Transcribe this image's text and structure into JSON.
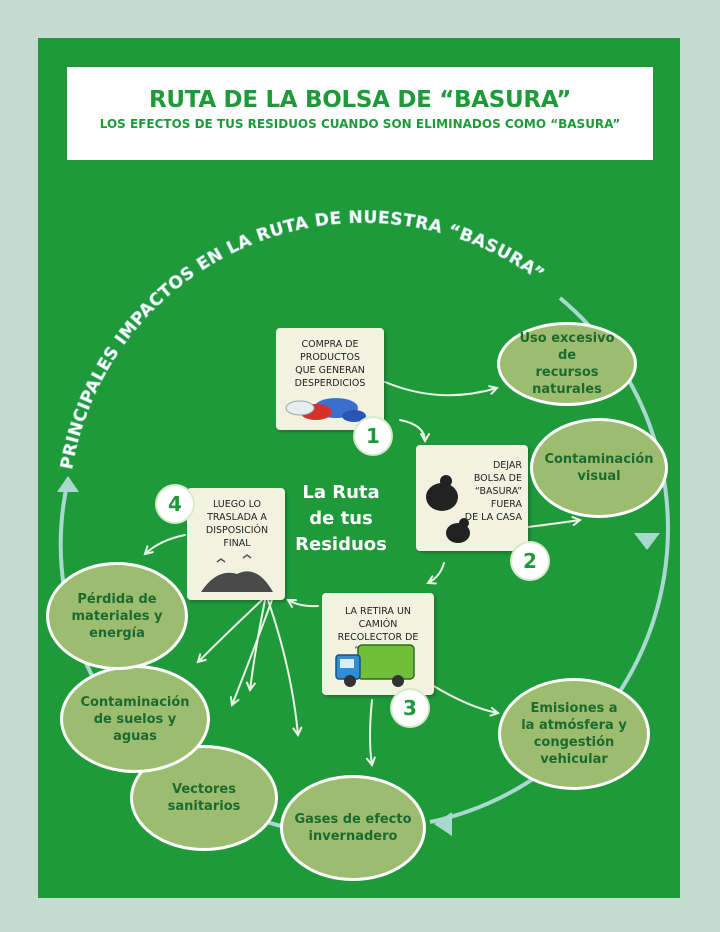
{
  "header": {
    "title": "RUTA DE LA BOLSA DE “BASURA”",
    "subtitle": "LOS EFECTOS DE TUS RESIDUOS CUANDO SON ELIMINADOS COMO “BASURA”"
  },
  "arc_title": "PRINCIPALES IMPACTOS EN LA RUTA DE NUESTRA “BASURA”",
  "center_title": "La Ruta\nde tus\nResiduos",
  "steps": [
    {
      "number": "1",
      "text": "Compra de productos\nque generan\ndesperdicios"
    },
    {
      "number": "2",
      "text": "Dejar\nbolsa de\n“basura” fuera\nde la casa"
    },
    {
      "number": "3",
      "text": "La retira un camión\nrecolector de “basura”"
    },
    {
      "number": "4",
      "text": "Luego lo\ntraslada a\ndisposición final"
    }
  ],
  "impacts": [
    "Uso excesivo de\nrecursos\nnaturales",
    "Contaminación\nvisual",
    "Emisiones a\nla atmósfera y\ncongestión\nvehicular",
    "Gases de efecto\ninvernadero",
    "Vectores\nsanitarios",
    "Contaminación\nde suelos y\naguas",
    "Pérdida de\nmateriales y\nenergía"
  ],
  "colors": {
    "background": "#c3dbd1",
    "poster_green": "#1f9a3b",
    "oval_fill": "#9cbd70",
    "oval_text": "#1c6b2e",
    "card_fill": "#f2f2e0",
    "ring": "#a7d9cf"
  }
}
